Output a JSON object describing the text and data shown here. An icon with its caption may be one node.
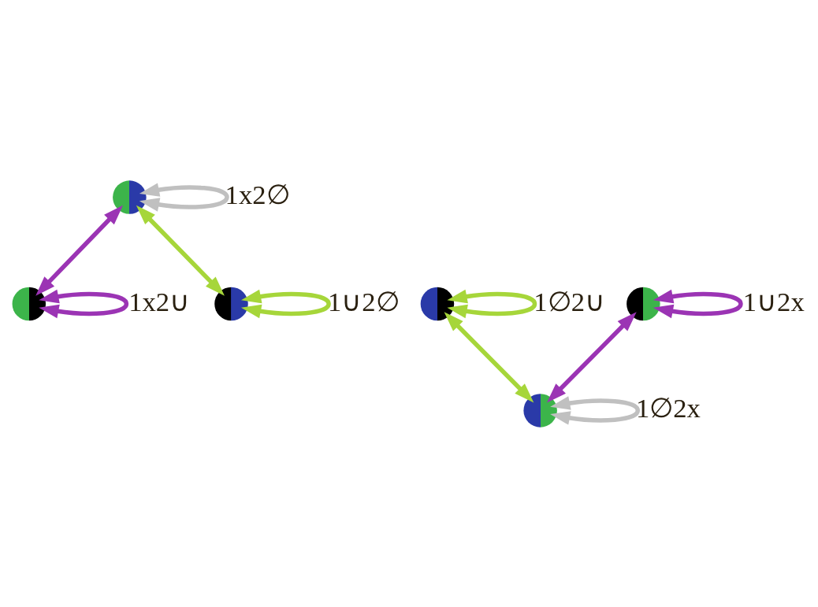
{
  "diagram": {
    "nodes": [
      {
        "text": [],
        "shape": "circle"
      },
      {
        "text": [],
        "shape": "circle"
      },
      {
        "text": [],
        "shape": "circle"
      },
      {
        "text": [],
        "shape": "circle"
      },
      {
        "text": [],
        "shape": "circle"
      },
      {
        "text": [],
        "shape": "circle"
      }
    ],
    "edges": [
      {
        "from": 0,
        "to": 0,
        "arrow": "both",
        "label": "1x2∅",
        "color": "#c0c0c0"
      },
      {
        "from": 1,
        "to": 1,
        "arrow": "both",
        "label": "1x2∪",
        "color": "#9b34b4"
      },
      {
        "from": 2,
        "to": 2,
        "arrow": "both",
        "label": "1∪2∅",
        "color": "#a6d63a"
      },
      {
        "from": 0,
        "to": 1,
        "arrow": "both",
        "color": "#9b34b4"
      },
      {
        "from": 0,
        "to": 2,
        "arrow": "both",
        "color": "#a6d63a"
      },
      {
        "from": 3,
        "to": 3,
        "arrow": "both",
        "label": "1∅2∪",
        "color": "#a6d63a"
      },
      {
        "from": 4,
        "to": 4,
        "arrow": "both",
        "label": "1∪2x",
        "color": "#9b34b4"
      },
      {
        "from": 3,
        "to": 5,
        "arrow": "both",
        "color": "#a6d63a"
      },
      {
        "from": 4,
        "to": 5,
        "arrow": "both",
        "color": "#9b34b4"
      },
      {
        "from": 5,
        "to": 5,
        "arrow": "both",
        "label": "1∅2x",
        "color": "#c0c0c0"
      }
    ]
  }
}
